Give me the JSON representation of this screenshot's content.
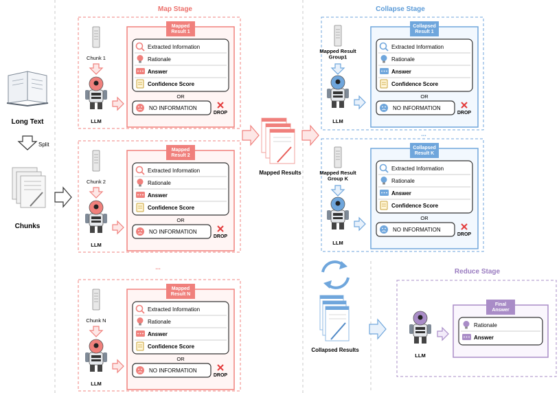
{
  "left": {
    "long_text": "Long Text",
    "split": "Split",
    "chunks": "Chunks"
  },
  "map_stage": {
    "title": "Map Stage",
    "rows": [
      {
        "chunk_label": "Chunk 1",
        "llm": "LLM",
        "result_title": "Mapped\nResult 1"
      },
      {
        "chunk_label": "Chunk 2",
        "llm": "LLM",
        "result_title": "Mapped\nResult 2"
      },
      {
        "chunk_label": "Chunk N",
        "llm": "LLM",
        "result_title": "Mapped\nResult N"
      }
    ],
    "ellipsis": "..."
  },
  "mapped_results_label": "Mapped\nResults",
  "collapse_stage": {
    "title": "Collapse Stage",
    "rows": [
      {
        "group_label": "Mapped Result\nGroup1",
        "llm": "LLM",
        "result_title": "Collapsed\nResult 1"
      },
      {
        "group_label": "Mapped Result\nGroup K",
        "llm": "LLM",
        "result_title": "Collapsed\nResult K"
      }
    ],
    "ellipsis": "..."
  },
  "collapsed_results_label": "Collapsed\nResults",
  "reduce_stage": {
    "title": "Reduce Stage",
    "llm": "LLM",
    "final_title": "Final\nAnswer"
  },
  "result_items": {
    "extracted": "Extracted Information",
    "rationale": "Rationale",
    "answer": "Answer",
    "confidence": "Confidence Score",
    "or": "OR",
    "no_info": "NO INFORMATION",
    "drop": "DROP"
  },
  "colors": {
    "map": "#f0807c",
    "map_fill": "#fff5f4",
    "map_title": "#ec6f6a",
    "collapse": "#6fa6dc",
    "collapse_fill": "#f2f8fe",
    "collapse_title": "#5b9bd8",
    "reduce": "#a98cc7",
    "reduce_fill": "#faf6fd",
    "reduce_title": "#9a7cc0",
    "drop_x": "#e33b3b"
  }
}
